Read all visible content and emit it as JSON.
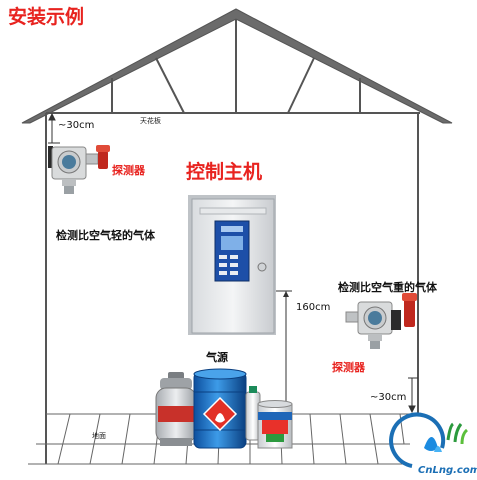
{
  "title": "安装示例",
  "main_unit_title": "控制主机",
  "labels": {
    "ceiling": "天花板",
    "floor": "地面",
    "gas_source": "气源",
    "detector_top": "探测器",
    "detector_right": "探测器",
    "lighter_gas": "检测比空气轻的气体",
    "heavier_gas": "检测比空气重的气体",
    "dist_ceiling": "~30cm",
    "dist_floor": "~30cm",
    "height_controller": "160cm"
  },
  "logo": {
    "text": "CnLng.com"
  },
  "colors": {
    "accent_red": "#e8231f",
    "house_line": "#555555",
    "panel_blue": "#1d4fa8",
    "cylinder_blue": "#2a7fd0"
  }
}
